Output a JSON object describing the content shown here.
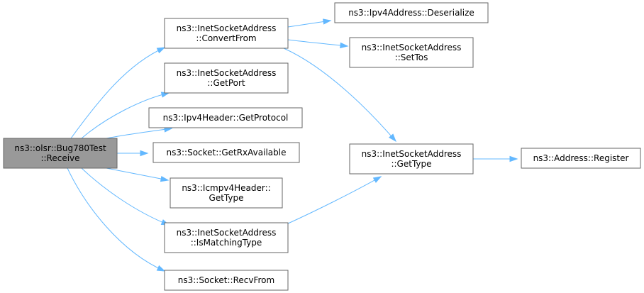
{
  "graph": {
    "nodes": [
      {
        "id": "root",
        "lines": [
          "ns3::olsr::Bug780Test",
          "::Receive"
        ],
        "highlighted": true
      },
      {
        "id": "convertfrom",
        "lines": [
          "ns3::InetSocketAddress",
          "::ConvertFrom"
        ]
      },
      {
        "id": "getport",
        "lines": [
          "ns3::InetSocketAddress",
          "::GetPort"
        ]
      },
      {
        "id": "getprotocol",
        "lines": [
          "ns3::Ipv4Header::GetProtocol"
        ]
      },
      {
        "id": "getrxavailable",
        "lines": [
          "ns3::Socket::GetRxAvailable"
        ]
      },
      {
        "id": "icmpgettype",
        "lines": [
          "ns3::Icmpv4Header::",
          "GetType"
        ]
      },
      {
        "id": "ismatchingtype",
        "lines": [
          "ns3::InetSocketAddress",
          "::IsMatchingType"
        ]
      },
      {
        "id": "recvfrom",
        "lines": [
          "ns3::Socket::RecvFrom"
        ]
      },
      {
        "id": "deserialize",
        "lines": [
          "ns3::Ipv4Address::Deserialize"
        ]
      },
      {
        "id": "settos",
        "lines": [
          "ns3::InetSocketAddress",
          "::SetTos"
        ]
      },
      {
        "id": "gettype",
        "lines": [
          "ns3::InetSocketAddress",
          "::GetType"
        ]
      },
      {
        "id": "register",
        "lines": [
          "ns3::Address::Register"
        ]
      }
    ],
    "edges": [
      {
        "from": "root",
        "to": "convertfrom"
      },
      {
        "from": "root",
        "to": "getport"
      },
      {
        "from": "root",
        "to": "getprotocol"
      },
      {
        "from": "root",
        "to": "getrxavailable"
      },
      {
        "from": "root",
        "to": "icmpgettype"
      },
      {
        "from": "root",
        "to": "ismatchingtype"
      },
      {
        "from": "root",
        "to": "recvfrom"
      },
      {
        "from": "convertfrom",
        "to": "deserialize"
      },
      {
        "from": "convertfrom",
        "to": "settos"
      },
      {
        "from": "convertfrom",
        "to": "gettype"
      },
      {
        "from": "ismatchingtype",
        "to": "gettype"
      },
      {
        "from": "gettype",
        "to": "register"
      }
    ],
    "colors": {
      "edge": "#63b8ff",
      "node_border": "#666666",
      "root_fill": "#999999"
    }
  }
}
